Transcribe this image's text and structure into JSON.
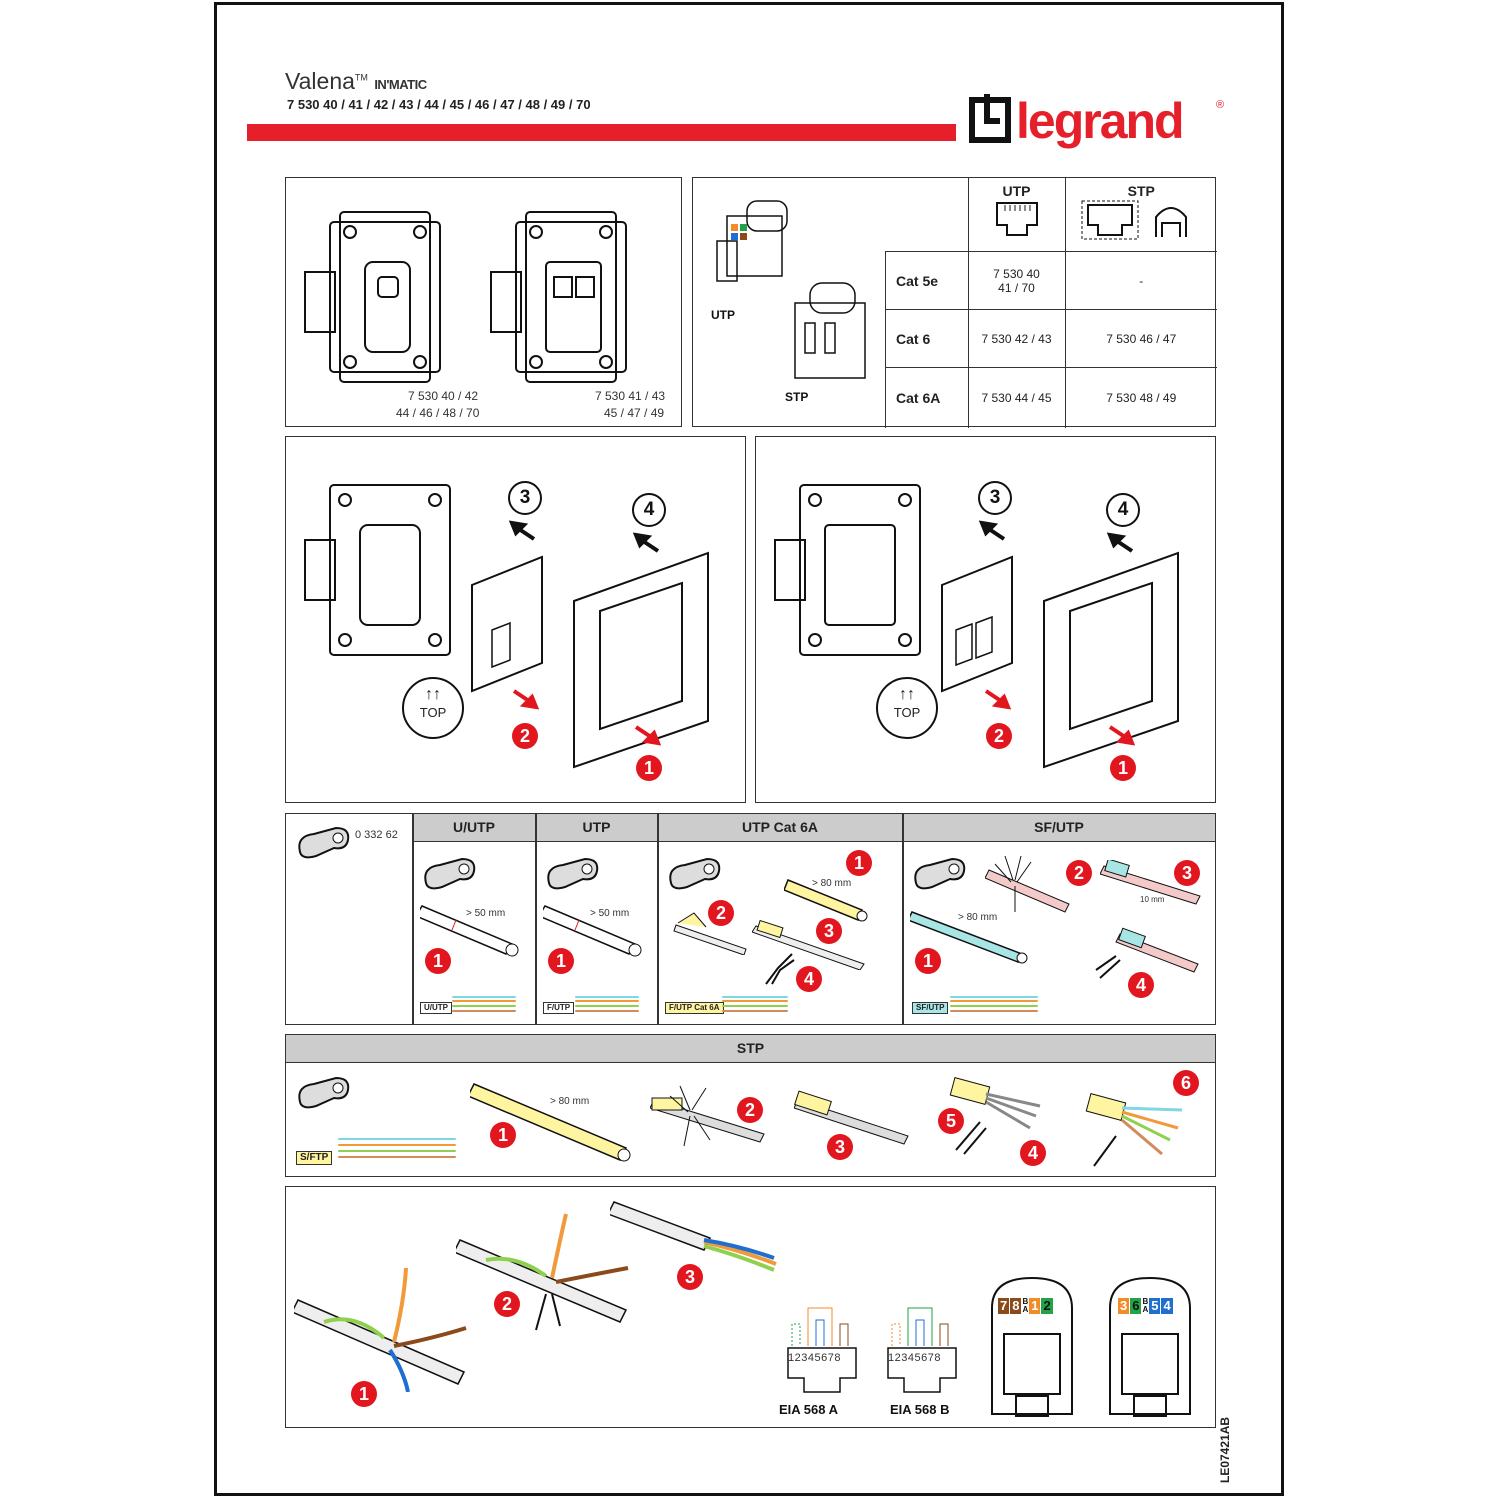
{
  "header": {
    "product_name": "Valena",
    "product_tm": "TM",
    "product_suffix": "IN'MATIC",
    "references": "7 530 40 / 41 / 42 / 43 / 44 / 45 / 46 / 47 / 48 / 49 / 70",
    "brand": "legrand",
    "brand_reg": "®"
  },
  "overview": {
    "left_caption_1": "7 530 40 / 42",
    "left_caption_2": "44 / 46 / 48 / 70",
    "right_caption_1": "7 530 41 / 43",
    "right_caption_2": "45 / 47 / 49"
  },
  "compat_table": {
    "connector_utp": "UTP",
    "connector_stp": "STP",
    "col_utp": "UTP",
    "col_stp": "STP",
    "rows": [
      {
        "cat": "Cat 5e",
        "utp": "7 530 40\n41 / 70",
        "stp": "-"
      },
      {
        "cat": "Cat 6",
        "utp": "7 530 42 / 43",
        "stp": "7 530 46 / 47"
      },
      {
        "cat": "Cat 6A",
        "utp": "7 530 44 / 45",
        "stp": "7 530 48 / 49"
      }
    ]
  },
  "mounting": {
    "step_1": "1",
    "step_2": "2",
    "step_3": "3",
    "step_4": "4",
    "top_label": "TOP"
  },
  "stripping": {
    "tool_ref": "0 332 62",
    "headers": [
      "U/UTP",
      "UTP",
      "UTP Cat 6A",
      "SF/UTP"
    ],
    "dim_50": "> 50 mm",
    "dim_80": "> 80 mm",
    "dim_10": "10 mm",
    "tags": [
      "U/UTP",
      "F/UTP",
      "F/UTP Cat 6A",
      "SF/UTP"
    ],
    "steps": [
      "1",
      "2",
      "3",
      "4"
    ]
  },
  "stp_section": {
    "header": "STP",
    "tag": "S/FTP",
    "dim_80": "> 80 mm",
    "steps": [
      "1",
      "2",
      "3",
      "4",
      "5",
      "6"
    ]
  },
  "wiring": {
    "steps": [
      "1",
      "2",
      "3"
    ],
    "pin_numbers": "12345678",
    "eia_a": "EIA 568 A",
    "eia_b": "EIA 568 B",
    "block1_labels": [
      "7",
      "8",
      "B",
      "A",
      "1",
      "2"
    ],
    "block2_labels": [
      "3",
      "6",
      "B",
      "A",
      "5",
      "4"
    ]
  },
  "doc_code": "LE07421AB",
  "colors": {
    "accent_red": "#e5202b",
    "step_red": "#e2161f",
    "header_grey": "#cccccc"
  }
}
